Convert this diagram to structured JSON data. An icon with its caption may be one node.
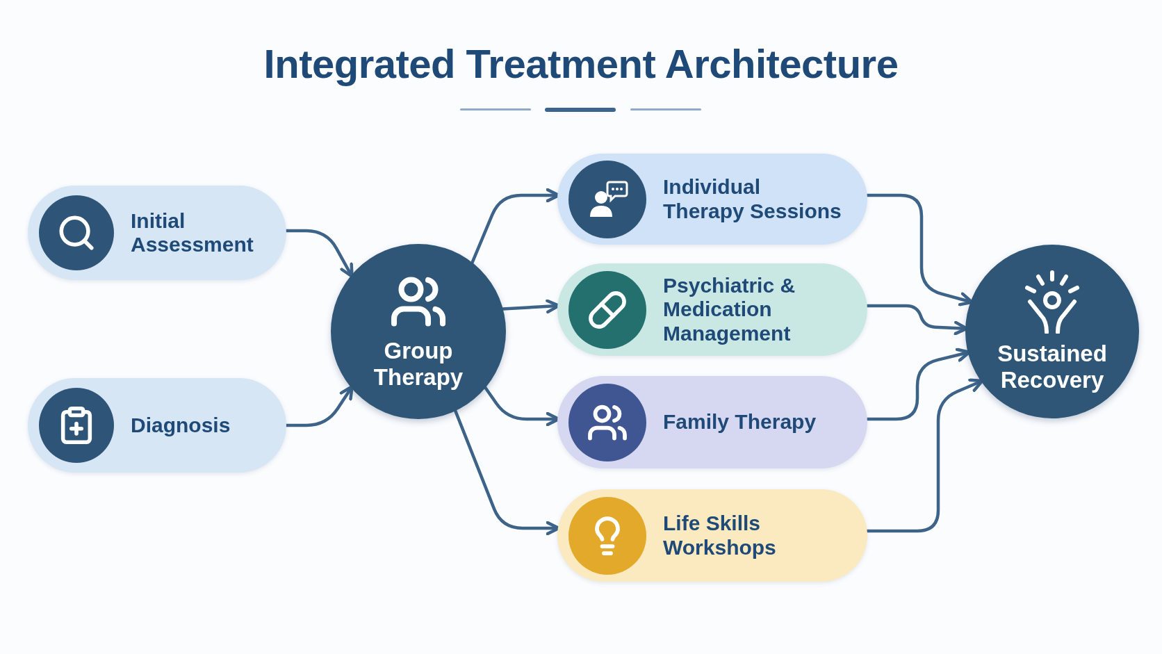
{
  "diagram": {
    "title": "Integrated Treatment Architecture",
    "nodes": [
      {
        "text": [
          "Initial Assessment"
        ]
      },
      {
        "text": [
          "Diagnosis"
        ]
      },
      {
        "text": [
          "Group Therapy"
        ]
      },
      {
        "text": [
          "Individual Therapy Sessions"
        ]
      },
      {
        "text": [
          "Psychiatric & Medication Management"
        ]
      },
      {
        "text": [
          "Family Therapy"
        ]
      },
      {
        "text": [
          "Life Skills Workshops"
        ]
      },
      {
        "text": [
          "Sustained Recovery"
        ]
      }
    ],
    "edges": [
      {
        "from": 0,
        "to": 2,
        "arrow": "to"
      },
      {
        "from": 1,
        "to": 2,
        "arrow": "to"
      },
      {
        "from": 2,
        "to": 3,
        "arrow": "to"
      },
      {
        "from": 2,
        "to": 4,
        "arrow": "to"
      },
      {
        "from": 2,
        "to": 5,
        "arrow": "to"
      },
      {
        "from": 2,
        "to": 6,
        "arrow": "to"
      },
      {
        "from": 3,
        "to": 7,
        "arrow": "to"
      },
      {
        "from": 4,
        "to": 7,
        "arrow": "to"
      },
      {
        "from": 5,
        "to": 7,
        "arrow": "to"
      },
      {
        "from": 6,
        "to": 7,
        "arrow": "to"
      }
    ]
  }
}
